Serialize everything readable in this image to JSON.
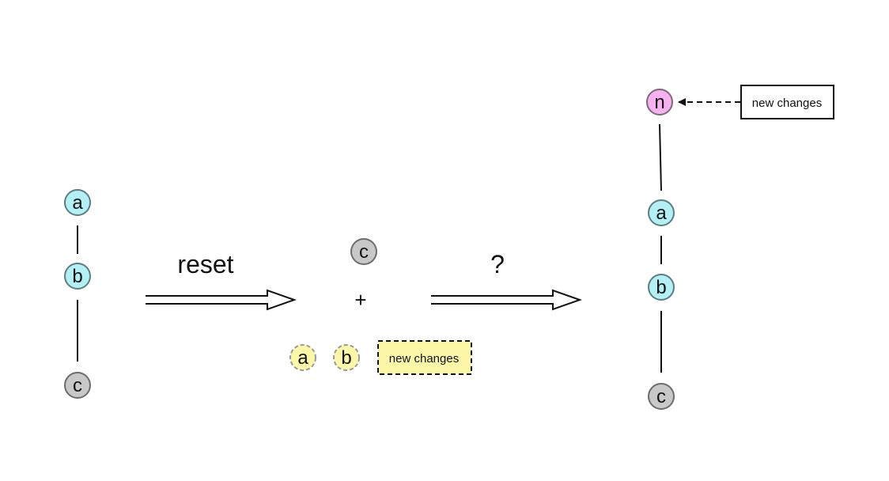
{
  "colors": {
    "committed_fill": "#b3f0f5",
    "committed_stroke": "#5e7d80",
    "base_fill": "#c8c8c8",
    "base_stroke": "#6d6d6d",
    "staged_fill": "#fdf7a8",
    "staged_stroke": "#9a9a9a",
    "new_fill": "#f7b0f0",
    "new_stroke": "#7a6a7a",
    "line": "#111111"
  },
  "left": {
    "commits": [
      "a",
      "b",
      "c"
    ]
  },
  "reset_arrow": {
    "label": "reset"
  },
  "middle": {
    "base_commit": "c",
    "plus": "+",
    "staged_commits": [
      "a",
      "b"
    ],
    "staged_note": "new changes"
  },
  "question_arrow": {
    "label": "?"
  },
  "right": {
    "new_commit": "n",
    "commits": [
      "a",
      "b",
      "c"
    ],
    "note": "new changes"
  }
}
